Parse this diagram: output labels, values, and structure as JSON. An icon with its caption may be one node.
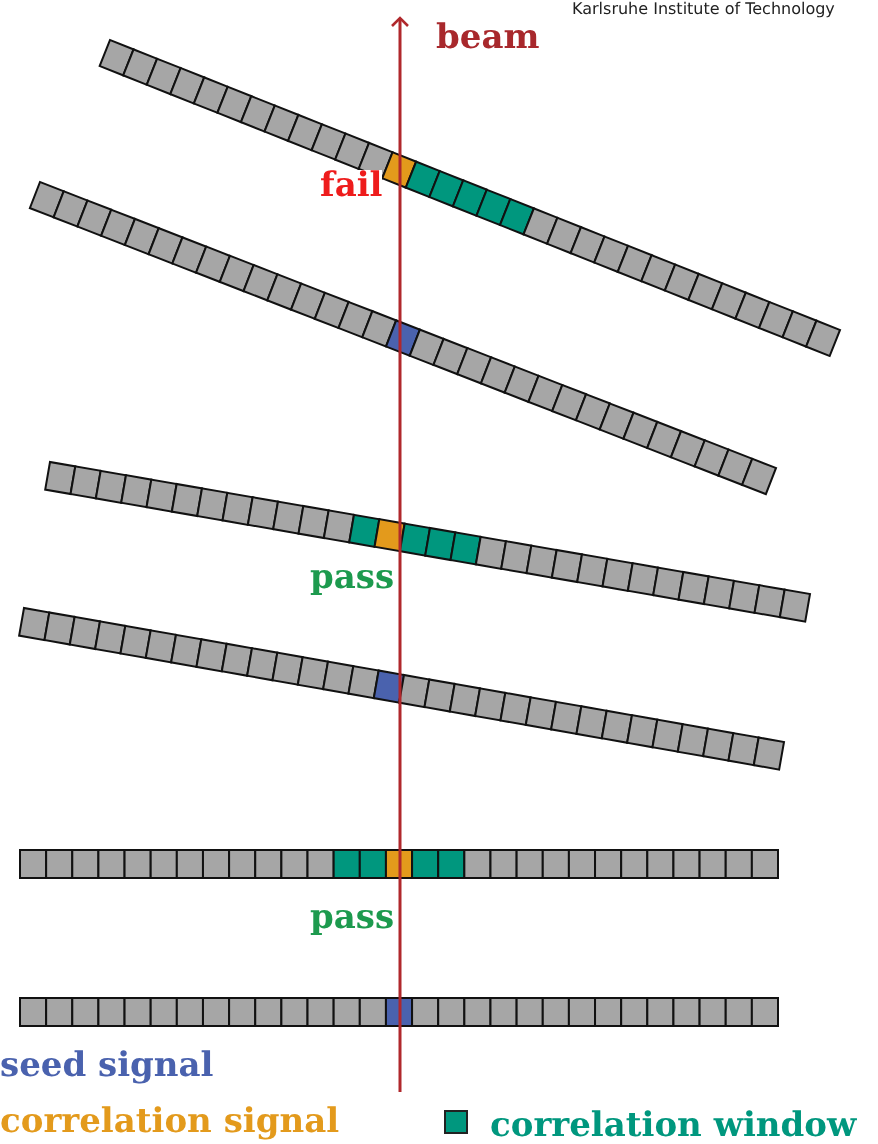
{
  "diagram": {
    "labels": [
      "Karlsruhe Institute of Technology",
      "beam",
      "fail",
      "pass",
      "pass"
    ],
    "legend": [
      {
        "text": "seed signal",
        "color": "#4a62ae"
      },
      {
        "text": "correlation signal",
        "color": "#e39a1c"
      },
      {
        "text": "correlation window",
        "color": "#00977e"
      }
    ]
  }
}
